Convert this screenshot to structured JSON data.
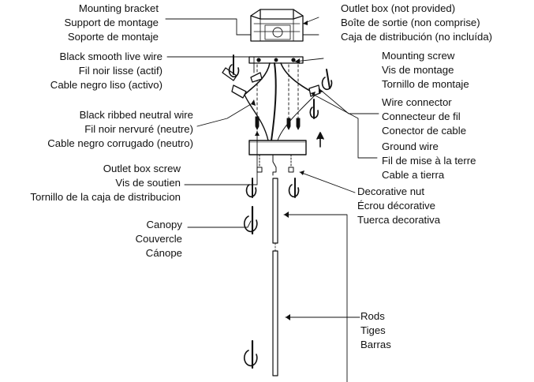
{
  "labels": {
    "mounting_bracket": [
      "Mounting bracket",
      "Support de montage",
      "Soporte de montaje"
    ],
    "live_wire": [
      "Black smooth live wire",
      "Fil noir lisse (actif)",
      "Cable negro liso (activo)"
    ],
    "neutral_wire": [
      "Black ribbed neutral wire",
      "Fil noir nervuré (neutre)",
      "Cable negro corrugado (neutro)"
    ],
    "outlet_box_screw": [
      "Outlet box screw",
      "Vis de soutien",
      "Tornillo de la caja de distribucion"
    ],
    "canopy": [
      "Canopy",
      "Couvercle",
      "Cánope"
    ],
    "outlet_box": [
      "Outlet box (not provided)",
      "Boîte de sortie (non comprise)",
      "Caja de distribución (no incluída)"
    ],
    "mounting_screw": [
      "Mounting screw",
      "Vis de montage",
      "Tornillo de montaje"
    ],
    "wire_connector": [
      "Wire connector",
      "Connecteur de fil",
      "Conector de cable"
    ],
    "ground_wire": [
      "Ground wire",
      "Fil de mise à la terre",
      "Cable a tierra"
    ],
    "decorative_nut": [
      "Decorative nut",
      "Écrou décorative",
      "Tuerca decorativa"
    ],
    "rods": [
      "Rods",
      "Tiges",
      "Barras"
    ]
  }
}
